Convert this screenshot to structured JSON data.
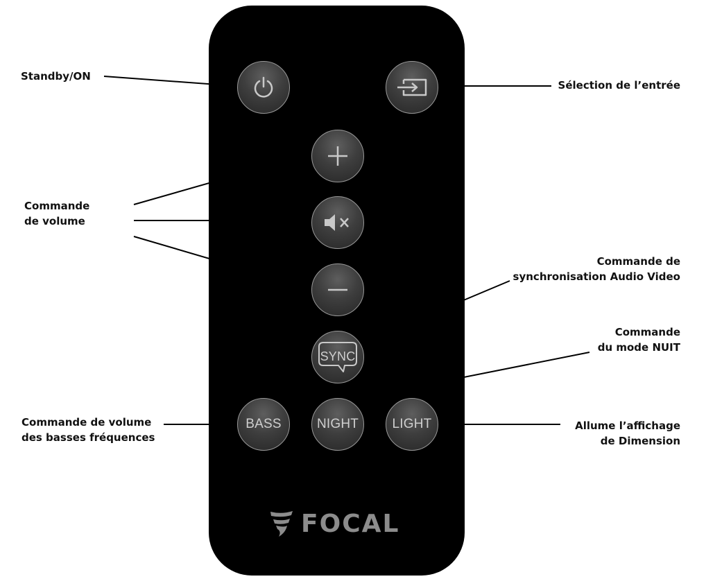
{
  "labels": {
    "standby": "Standby/ON",
    "input_select": "Sélection de l’entrée",
    "volume": "Commande\nde volume",
    "sync": "Commande de\nsynchronisation Audio Video",
    "night": "Commande\ndu mode NUIT",
    "bass": "Commande de volume\ndes basses fréquences",
    "light": "Allume l’affichage\nde Dimension"
  },
  "buttons": {
    "power_icon": "power-icon",
    "input_icon": "input-icon",
    "volume_up_icon": "plus-icon",
    "mute_icon": "mute-icon",
    "volume_down_icon": "minus-icon",
    "sync": "SYNC",
    "bass": "BASS",
    "night": "NIGHT",
    "light": "LIGHT"
  },
  "brand": {
    "name": "FOCAL"
  },
  "colors": {
    "remote_body": "#000000",
    "button_text": "#cfcfcf",
    "logo": "#8c8c8c"
  }
}
